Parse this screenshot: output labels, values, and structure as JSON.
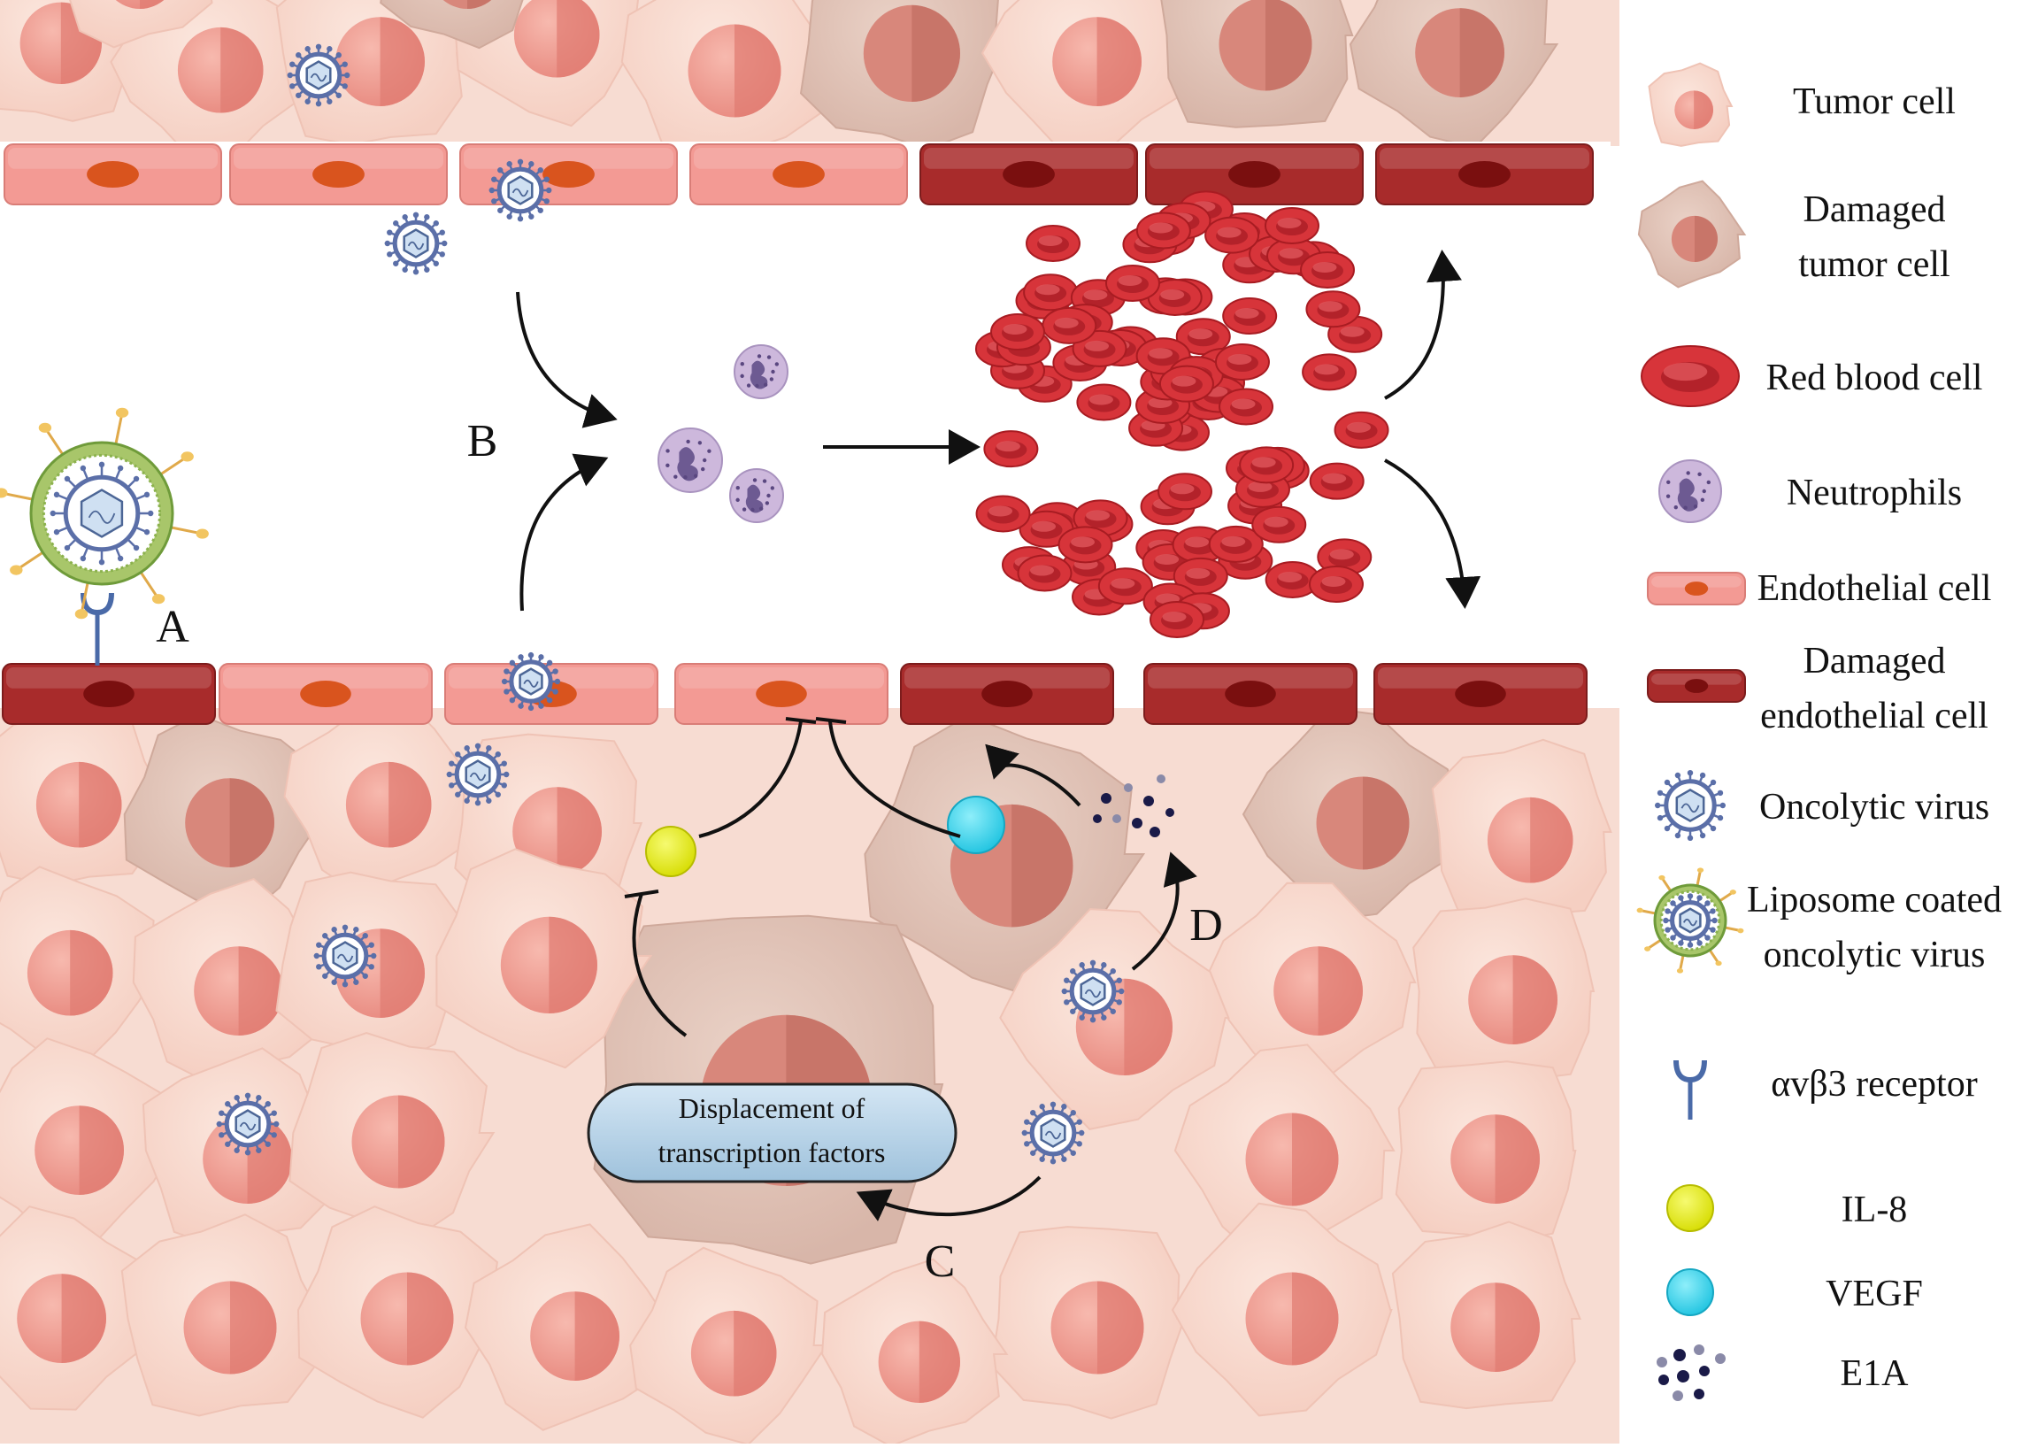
{
  "diagram": {
    "labels": {
      "a": "A",
      "b": "B",
      "c": "C",
      "d": "D"
    },
    "box_text": {
      "line1": "Displacement of",
      "line2": "transcription factors"
    }
  },
  "legend": {
    "items": [
      {
        "key": "tumor",
        "lines": [
          "Tumor cell"
        ],
        "icon": "tumor-cell-icon"
      },
      {
        "key": "damaged_tumor",
        "lines": [
          "Damaged",
          "tumor cell"
        ],
        "icon": "damaged-tumor-cell-icon"
      },
      {
        "key": "rbc",
        "lines": [
          "Red blood cell"
        ],
        "icon": "red-blood-cell-icon"
      },
      {
        "key": "neutrophil",
        "lines": [
          "Neutrophils"
        ],
        "icon": "neutrophil-icon"
      },
      {
        "key": "endothelial",
        "lines": [
          "Endothelial cell"
        ],
        "icon": "endothelial-cell-icon"
      },
      {
        "key": "damaged_endothelial",
        "lines": [
          "Damaged",
          "endothelial cell"
        ],
        "icon": "damaged-endothelial-cell-icon"
      },
      {
        "key": "virus",
        "lines": [
          "Oncolytic virus"
        ],
        "icon": "oncolytic-virus-icon"
      },
      {
        "key": "liposome",
        "lines": [
          "Liposome coated",
          "oncolytic virus"
        ],
        "icon": "liposome-virus-icon"
      },
      {
        "key": "receptor",
        "lines": [
          "αvβ3 receptor"
        ],
        "icon": "receptor-icon"
      },
      {
        "key": "il8",
        "lines": [
          "IL-8"
        ],
        "icon": "il8-icon"
      },
      {
        "key": "vegf",
        "lines": [
          "VEGF"
        ],
        "icon": "vegf-icon"
      },
      {
        "key": "e1a",
        "lines": [
          "E1A"
        ],
        "icon": "e1a-icon"
      }
    ]
  },
  "colors": {
    "tumor_fill": "#f8d8cc",
    "tumor_nucleus": "#f0a49a",
    "damaged_fill": "#e2c4b8",
    "endothelial": "#f39a94",
    "endothelial_nucleus": "#d9541e",
    "damaged_endothelial": "#a82b2b",
    "damaged_endothelial_nucleus": "#7a0f0f",
    "rbc": "#d7343a",
    "neutrophil": "#cdb8dc",
    "virus": "#5b6fa8",
    "il8": "#e8ee10",
    "vegf": "#3fd2ea",
    "e1a": "#1a1a48",
    "box_fill": "#b8d3e8"
  }
}
